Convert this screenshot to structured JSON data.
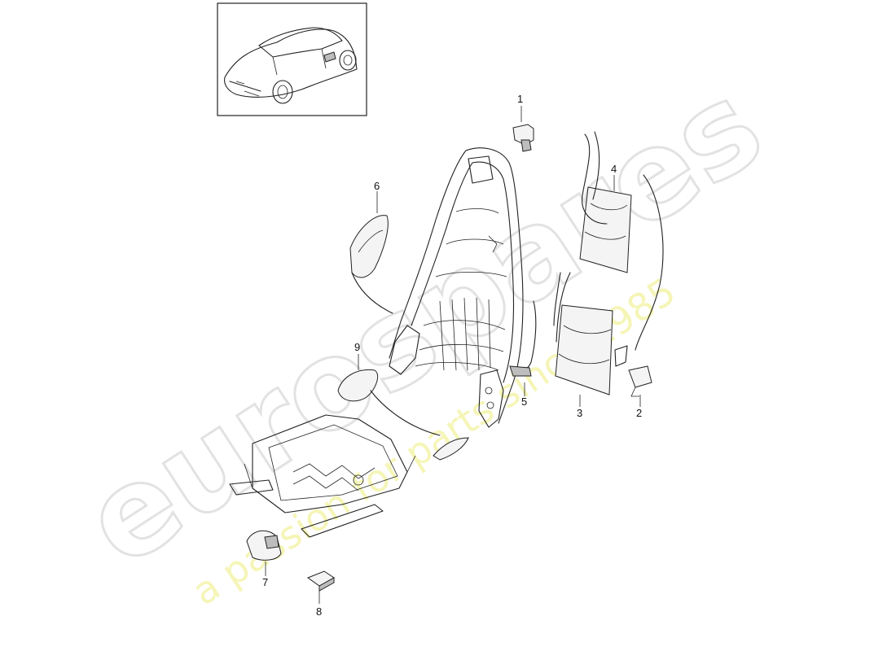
{
  "diagram": {
    "callouts": [
      {
        "id": "c1",
        "label": "1",
        "part": "bracket"
      },
      {
        "id": "c2",
        "label": "2",
        "part": "wiring-harness-with-plug"
      },
      {
        "id": "c3",
        "label": "3",
        "part": "heating-pad-lower"
      },
      {
        "id": "c4",
        "label": "4",
        "part": "heating-pad-upper"
      },
      {
        "id": "c5",
        "label": "5",
        "part": "cable-clip"
      },
      {
        "id": "c6",
        "label": "6",
        "part": "side-bolster-pad"
      },
      {
        "id": "c7",
        "label": "7",
        "part": "switch-housing"
      },
      {
        "id": "c8",
        "label": "8",
        "part": "small-bracket"
      },
      {
        "id": "c9",
        "label": "9",
        "part": "lumbar-support-pad"
      }
    ],
    "thumbnail": {
      "subject": "car-silhouette"
    }
  },
  "watermark": {
    "brand": "eurospares",
    "tagline": "a passion for parts since 1985"
  },
  "colors": {
    "line": "#222222",
    "watermark_grey": "#e2e2e2",
    "watermark_yellow": "#f2f2a0",
    "background": "#ffffff"
  }
}
